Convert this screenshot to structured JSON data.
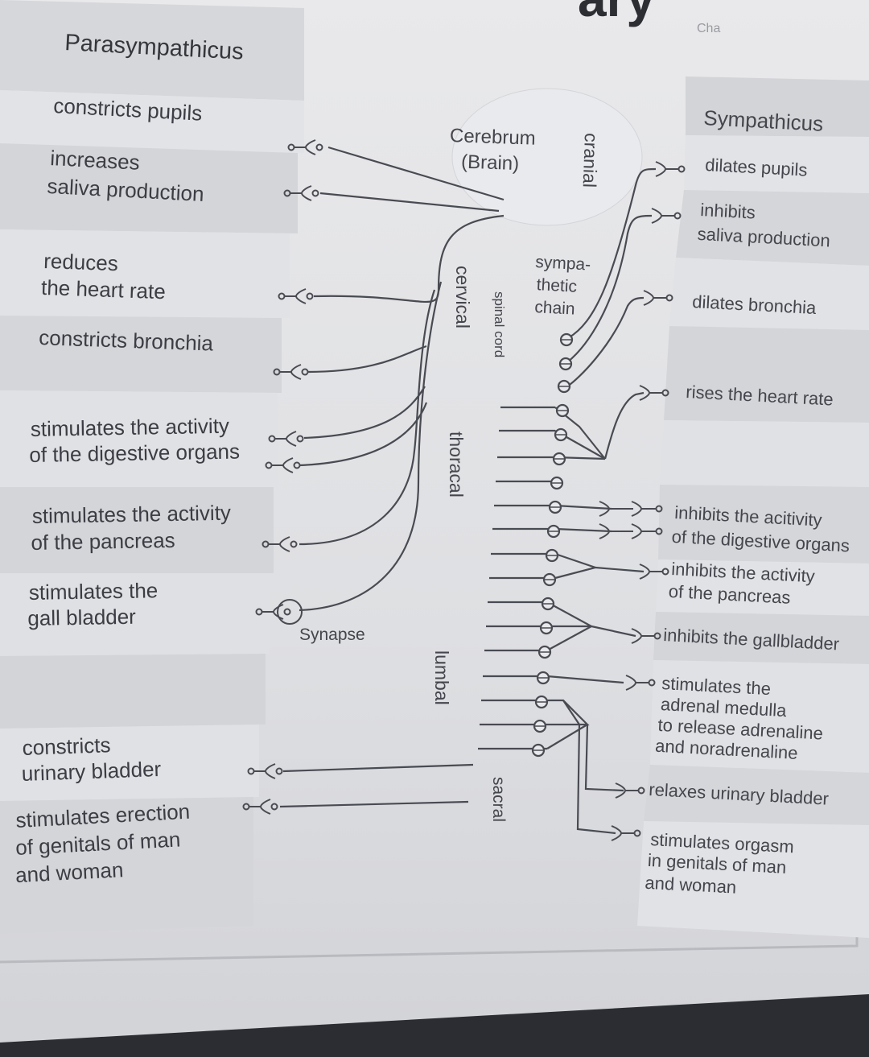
{
  "header_fragment": "ary",
  "corner_scribble": "Cha",
  "parasympathicus": {
    "title": "Parasympathicus",
    "items": [
      {
        "lines": [
          "constricts pupils"
        ]
      },
      {
        "lines": [
          "increases",
          "saliva production"
        ]
      },
      {
        "lines": [
          "reduces",
          "the heart rate"
        ]
      },
      {
        "lines": [
          "constricts bronchia"
        ]
      },
      {
        "lines": [
          "stimulates the activity",
          "of the digestive organs"
        ]
      },
      {
        "lines": [
          "stimulates the activity",
          "of the pancreas"
        ]
      },
      {
        "lines": [
          "stimulates the",
          "gall bladder"
        ]
      },
      {
        "lines": [
          "constricts",
          "urinary bladder"
        ]
      },
      {
        "lines": [
          "stimulates erection",
          "of genitals of man",
          "and woman"
        ]
      }
    ]
  },
  "sympathicus": {
    "title": "Sympathicus",
    "items": [
      {
        "lines": [
          "dilates pupils"
        ]
      },
      {
        "lines": [
          "inhibits",
          "saliva production"
        ]
      },
      {
        "lines": [
          "dilates bronchia"
        ]
      },
      {
        "lines": [
          "rises the heart rate"
        ]
      },
      {
        "lines": [
          "inhibits the acitivity",
          "of the digestive organs"
        ]
      },
      {
        "lines": [
          "inhibits the activity",
          "of the pancreas"
        ]
      },
      {
        "lines": [
          "inhibits the gallbladder"
        ]
      },
      {
        "lines": [
          "stimulates the",
          "adrenal medulla",
          "to release adrenaline",
          "and noradrenaline"
        ]
      },
      {
        "lines": [
          "relaxes urinary bladder"
        ]
      },
      {
        "lines": [
          "stimulates orgasm",
          "in genitals of man",
          "and woman"
        ]
      }
    ]
  },
  "center": {
    "brain_lines": [
      "Cerebrum",
      "(Brain)"
    ],
    "chain_lines": [
      "sympa-",
      "thetic",
      "chain"
    ],
    "spinal_cord": "spinal cord",
    "synapse": "Synapse",
    "regions": {
      "cranial": "cranial",
      "cervical": "cervical",
      "thoracal": "thoracal",
      "lumbal": "lumbal",
      "sacral": "sacral"
    }
  },
  "colors": {
    "ink": "#3c3d44",
    "band_dark": "#d3d4d8",
    "band_light": "#e4e5e8",
    "paper": "#e6e6e9"
  }
}
